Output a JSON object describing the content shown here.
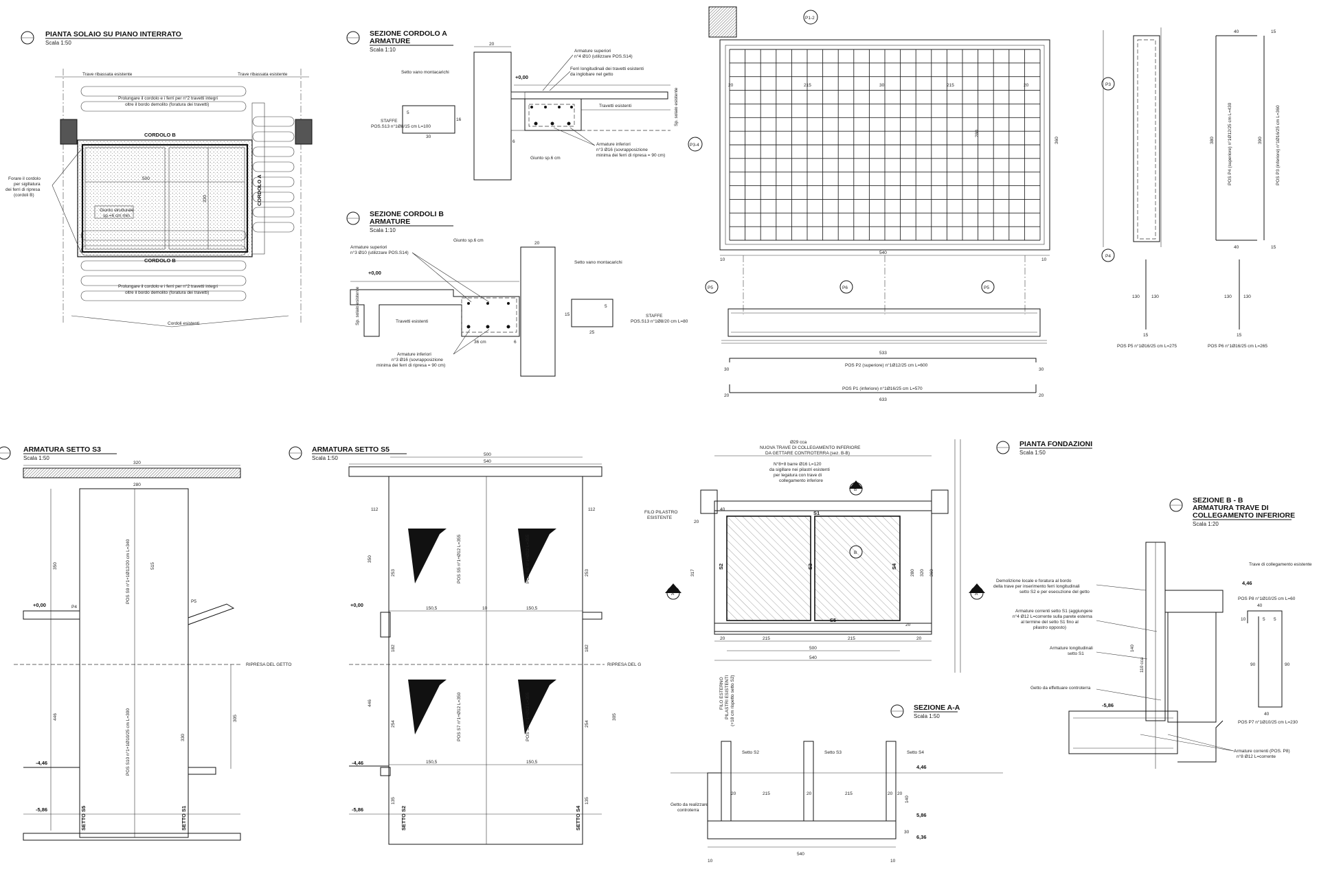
{
  "titles": {
    "pianta_solaio": {
      "title": "PIANTA SOLAIO SU PIANO INTERRATO",
      "scale": "Scala 1:50"
    },
    "sezione_a": {
      "title1": "SEZIONE  CORDOLO A",
      "title2": "ARMATURE",
      "scale": "Scala 1:10"
    },
    "sezione_b": {
      "title1": "SEZIONE  CORDOLI B",
      "title2": "ARMATURE",
      "scale": "Scala 1:10"
    },
    "setto_s3": {
      "title": "ARMATURA SETTO S3",
      "scale": "Scala 1:50"
    },
    "setto_s5": {
      "title": "ARMATURA SETTO S5",
      "scale": "Scala 1:50"
    },
    "fondazioni": {
      "title": "PIANTA FONDAZIONI",
      "scale": "Scala 1:50"
    },
    "sezione_aa": {
      "title": "SEZIONE A-A",
      "scale": "Scala 1:50"
    },
    "sezione_bb": {
      "title1": "SEZIONE B - B",
      "title2": "ARMATURA TRAVE DI",
      "title3": "COLLEGAMENTO INFERIORE",
      "scale": "Scala 1:20"
    }
  },
  "pianta": {
    "trave_sx": "Trave ribassata esistente",
    "trave_dx": "Trave ribassata esistente",
    "prolungare_top1": "Prolungare il cordolo e i ferri per n°2 travetti integri",
    "prolungare_top2": "oltre il bordo demolito (foratura dei travetti)",
    "cordolo_top": "CORDOLO B",
    "cordolo_bot": "CORDOLO B",
    "cordolo_dx": "CORDOLO A",
    "forare1": "Forare il cordolo",
    "forare2": "per sigillatura",
    "forare3": "dei ferri di ripresa",
    "forare4": "(cordoli B)",
    "dim_500": "500",
    "dim_330": "330",
    "giunto1": "Giunto strutturale",
    "giunto2": "sp.=6 cm min.",
    "prolungare_bot1": "Prolungare il cordolo e i ferri per n°2 travetti integri",
    "prolungare_bot2": "oltre il bordo demolito (foratura dei travetti)",
    "cordoli_esistenti": "Cordoli esistenti"
  },
  "sez_a": {
    "dim20": "20",
    "setto": "Setto vano montacarichi",
    "q000": "+0,00",
    "arm_sup1": "Armature superiori",
    "arm_sup2": "n°4 Ø10 (utilizzare POS.S14)",
    "ferri1": "Ferri longitudinali dei travetti esistenti",
    "ferri2": "da inglobare nel getto",
    "travetti": "Travetti esistenti",
    "sp_solaio": "Sp. solaio esistente",
    "staffe_label": "STAFFE",
    "staffe_pos": "POS.S13 n°1Ø8/15 cm L=100",
    "st_5": "5",
    "st_16": "16",
    "st_30": "30",
    "arm_inf1": "Armature inferiori",
    "arm_inf2": "n°3 Ø16 (sovrapposizione",
    "arm_inf3": "minima dei ferri di ripresa = 90 cm)",
    "giunto": "Giunto sp.6 cm",
    "dim6": "6"
  },
  "sez_b": {
    "giunto": "Giunto sp.6 cm",
    "dim20": "20",
    "setto": "Setto vano montacarichi",
    "q000": "+0,00",
    "arm_sup1": "Armature superiori",
    "arm_sup2": "n°3 Ø10 (utilizzare POS.S14)",
    "sp_solaio": "Sp. solaio esistente",
    "travetti": "Travetti esistenti",
    "arm_inf1": "Armature inferiori",
    "arm_inf2": "n°3 Ø16 (sovrapposizione",
    "arm_inf3": "minima dei ferri di ripresa = 90 cm)",
    "dim36": "36 cm",
    "dim6": "6",
    "staffe_label": "STAFFE",
    "staffe_pos": "POS.S13 n°1Ø8/20 cm L=80",
    "st_5": "5",
    "st_15": "15",
    "st_25": "25"
  },
  "platea": {
    "p1_2": "P1-2",
    "p3_4": "P3-4",
    "p5": "P5",
    "p6": "P6",
    "p5b": "P5",
    "p3": "P3",
    "p4": "P4",
    "d20a": "20",
    "d215a": "215",
    "d30": "30",
    "d215b": "215",
    "d20b": "20",
    "d280": "280",
    "d360": "360",
    "d540": "540",
    "d10a": "10",
    "d10b": "10",
    "d533": "533",
    "pos_p2": "POS P2 (superiore) n°1Ø12/25 cm L=600",
    "pos_p1": "POS P1 (inferiore) n°1Ø16/25 cm L=570",
    "d30a": "30",
    "d30b": "30",
    "d20c": "20",
    "d20d": "20",
    "d633": "633",
    "pos_p4": "POS P4 (superiore) n°1Ø12/25 cm L=430",
    "pos_p3": "POS P3 (inferiore) n°1Ø16/25 cm L=360",
    "d380": "380",
    "d390": "390",
    "d40a": "40",
    "d40b": "40",
    "d15a": "15",
    "d15b": "15",
    "d130a": "130",
    "d130b": "130",
    "d130c": "130",
    "d130d": "130",
    "pos_p5": "POS P5  n°1Ø16/25 cm L=275",
    "pos_p6": "POS P6  n°1Ø16/25 cm L=265",
    "d15c": "15",
    "d15d": "15"
  },
  "s3": {
    "d320": "320",
    "d280": "280",
    "d350": "350",
    "q000": "+0,00",
    "p4": "P4",
    "p5": "P5",
    "pos_s9": "POS S9 n°1+1Ø12/20 cm L=340",
    "d515": "515",
    "ripresa": "RIPRESA DEL GETTO",
    "pos_s10": "POS S10 n°1+1Ø10/25 cm L=300",
    "d446": "446",
    "d305": "305",
    "d330": "330",
    "q446": "-4,46",
    "q586": "-5,86",
    "setto_s5": "SETTO S5",
    "setto_s1": "SETTO S1"
  },
  "s5": {
    "d500": "500",
    "d540": "540",
    "d112a": "112",
    "d112b": "112",
    "d350": "350",
    "d253": "253",
    "d253b": "253",
    "q000": "+0,00",
    "d1505a": "150,5",
    "d10": "10",
    "d1505b": "150,5",
    "ripresa": "RIPRESA DEL G",
    "d182a": "182",
    "d182b": "182",
    "d446": "446",
    "d254": "254",
    "d254b": "254",
    "d305": "305",
    "q446": "-4,46",
    "d1505c": "150,5",
    "d1505d": "150,5",
    "d135a": "135",
    "d135b": "135",
    "q586": "-5,86",
    "setto_s2": "SETTO S2",
    "setto_s4": "SETTO S4",
    "pos_a": "POS S5 n°1+Ø12 L=355",
    "pos_b": "POS S6 n°1+Ø12 L=355",
    "pos_c": "POS S7 n°1+Ø12 L=350",
    "pos_d": "POS S8 n°1+Ø12 L=355"
  },
  "fond": {
    "l1": "Ø29 cca",
    "l2": "NUOVA TRAVE DI COLLEGAMENTO INFERIORE",
    "l3": "DA GETTARE CONTROTERRA (sez. B-B)",
    "n1": "N°8+8 barre Ø16 L=120",
    "n2": "da sigillare nei pilastri esistenti",
    "n3": "per legatura con trave di",
    "n4": "collegamento inferiore",
    "filo1": "FILO PILASTRO",
    "filo2": "ESISTENTE",
    "d40": "40",
    "s1": "S1",
    "s2": "S2",
    "s3": "S3",
    "s4": "S4",
    "s5": "S5",
    "b": "B",
    "a": "A",
    "d20": "20",
    "d317": "317",
    "d280": "280",
    "d320": "320",
    "d360": "360",
    "d20b": "20",
    "d215a": "215",
    "d215b": "215",
    "d500": "500",
    "d540": "540",
    "d20c": "20",
    "d20d": "20",
    "filo_est1": "FILO ESTERNO",
    "filo_est2": "PILASTRI ESISTENTI",
    "filo_est3": "(+18 cm rispetto setto S2)"
  },
  "aa": {
    "setto_s2": "Setto S2",
    "setto_s3": "Setto S3",
    "setto_s4": "Setto S4",
    "q446": "4,46",
    "q586": "5,86",
    "q636": "6,36",
    "d20a": "20",
    "d215a": "215",
    "d20b": "20",
    "d215b": "215",
    "d20c": "20",
    "d140": "140",
    "d30": "30",
    "d20e": "20",
    "d540": "540",
    "d10a": "10",
    "d10b": "10",
    "getto1": "Getto da realizzare",
    "getto2": "controterra"
  },
  "bb": {
    "trave": "Trave di collegamento esistente",
    "q446": "4,46",
    "demol1": "Demolizione locale e foratura al bordo",
    "demol2": "della trave per inserimento ferri longitudinali",
    "demol3": "setto S2 e per esecuzione del getto",
    "arm1": "Armature correnti setto S1 (aggiungere",
    "arm2": "n°4 Ø12 L=corrente sulla parete esterna",
    "arm3": "al termine del setto S1 fino al",
    "arm4": "pilastro opposto)",
    "arm_long1": "Armature longitudinali",
    "arm_long2": "setto S1",
    "getto": "Getto da effettuare controterra",
    "q586": "-5,86",
    "d110": "110 cca",
    "d140": "140",
    "pos_p8": "POS P8 n°1Ø10/25 cm L=60",
    "d40": "40",
    "d10": "10",
    "d5a": "5",
    "d5b": "5",
    "d90a": "90",
    "d90b": "90",
    "d40b": "40",
    "pos_p7": "POS P7 n°1Ø10/25 cm L=230",
    "arm_corr1": "Armature correnti (POS. P8)",
    "arm_corr2": "n°8 Ø12 L=corrente"
  }
}
